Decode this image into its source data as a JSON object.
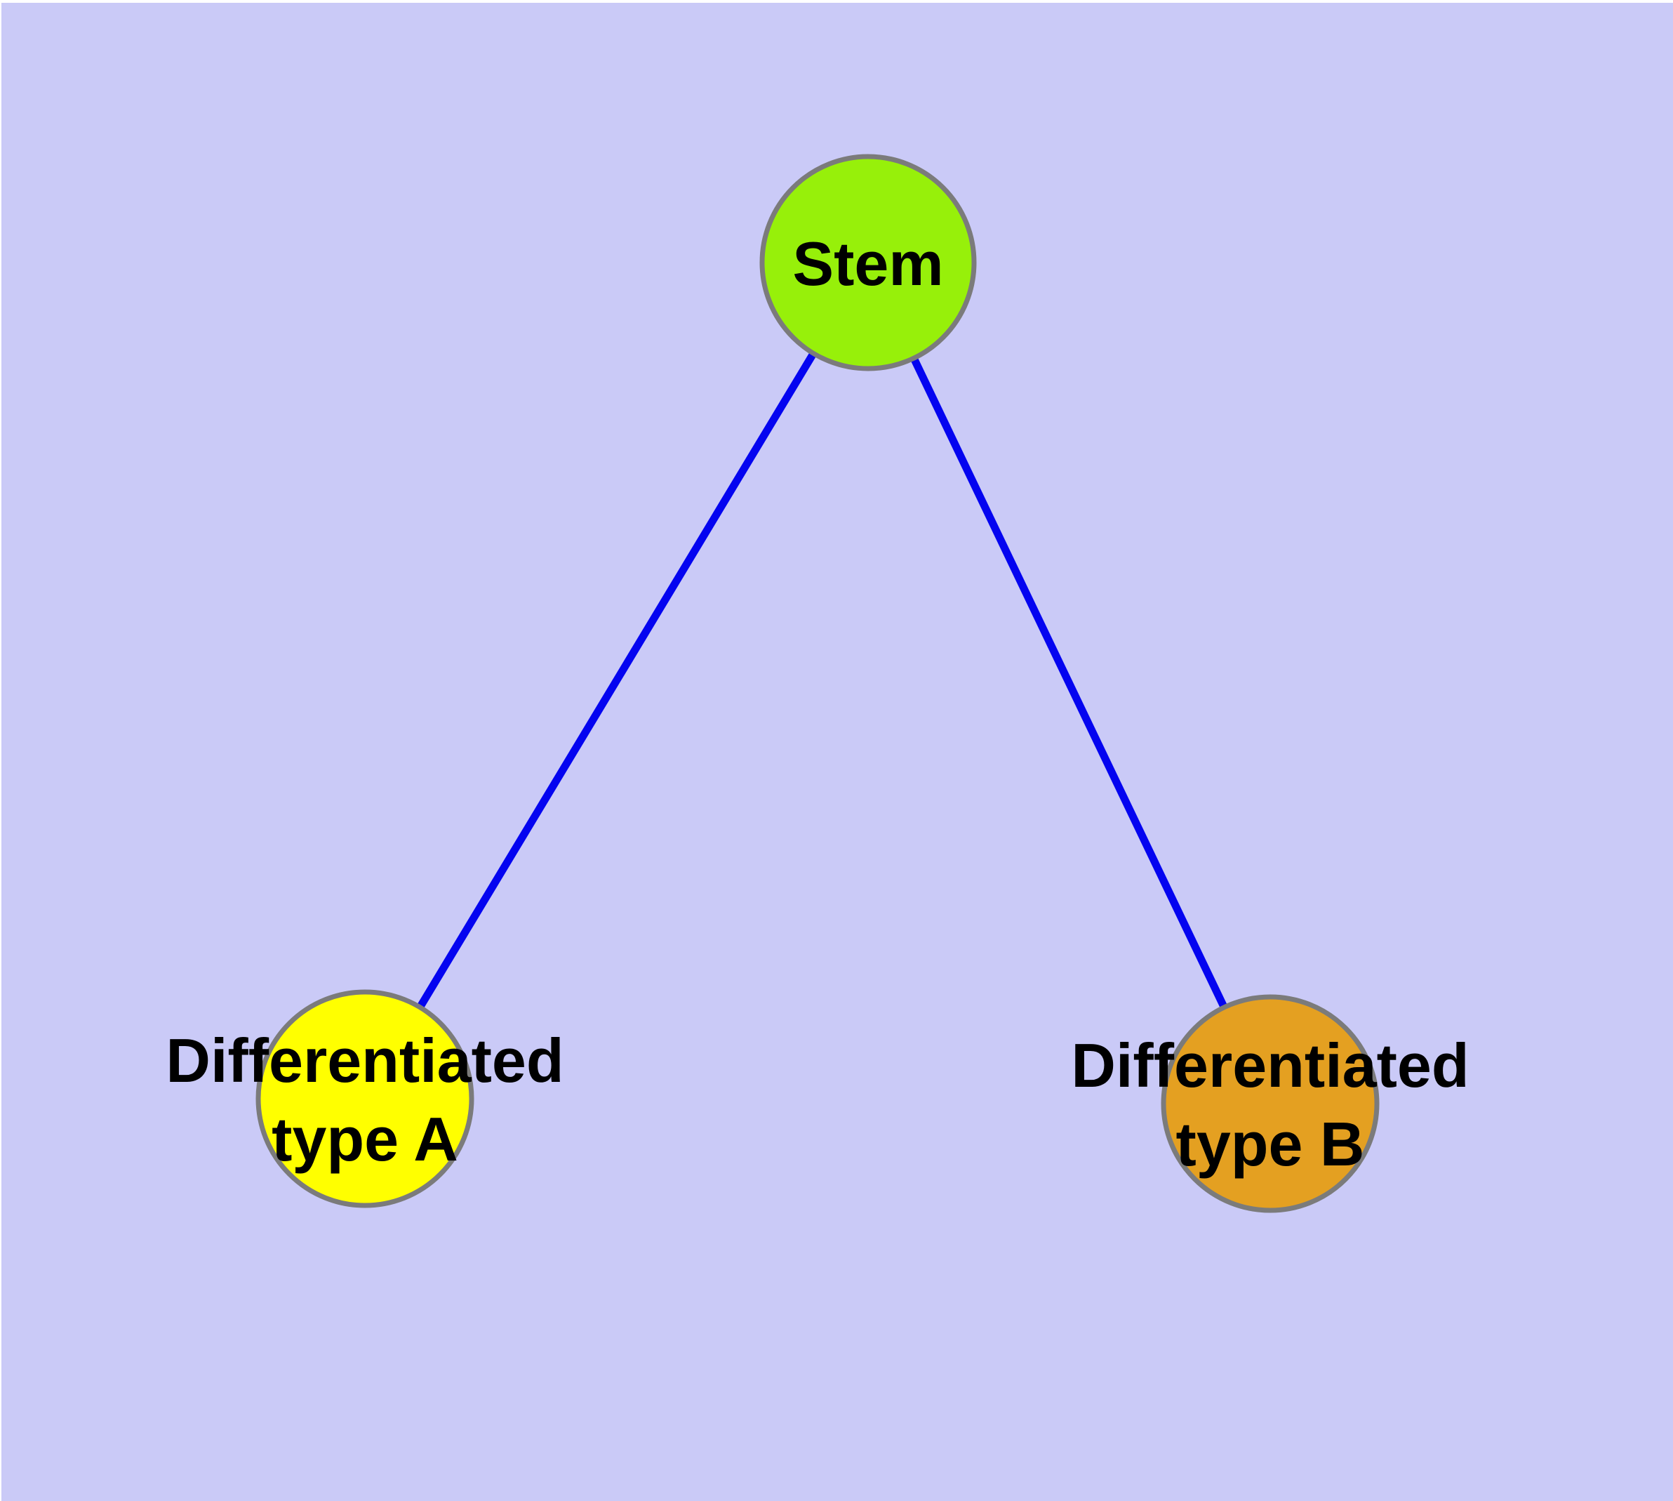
{
  "canvas": {
    "margin_color": "#ffffff",
    "background_color": "#cacaf7"
  },
  "colors": {
    "edge": "#0404f0",
    "node_border": "#7b7b7b",
    "label_text": "#000000"
  },
  "nodes": [
    {
      "id": "stem",
      "label_lines": [
        "Stem"
      ],
      "fill": "#97f00a"
    },
    {
      "id": "differentiated-type-a",
      "label_lines": [
        "Differentiated",
        "type A"
      ],
      "fill": "#ffff00"
    },
    {
      "id": "differentiated-type-b",
      "label_lines": [
        "Differentiated",
        "type B"
      ],
      "fill": "#e4a021"
    }
  ],
  "edges": [
    {
      "from": "Stem",
      "to": "Differentiated type A"
    },
    {
      "from": "Stem",
      "to": "Differentiated type B"
    }
  ]
}
